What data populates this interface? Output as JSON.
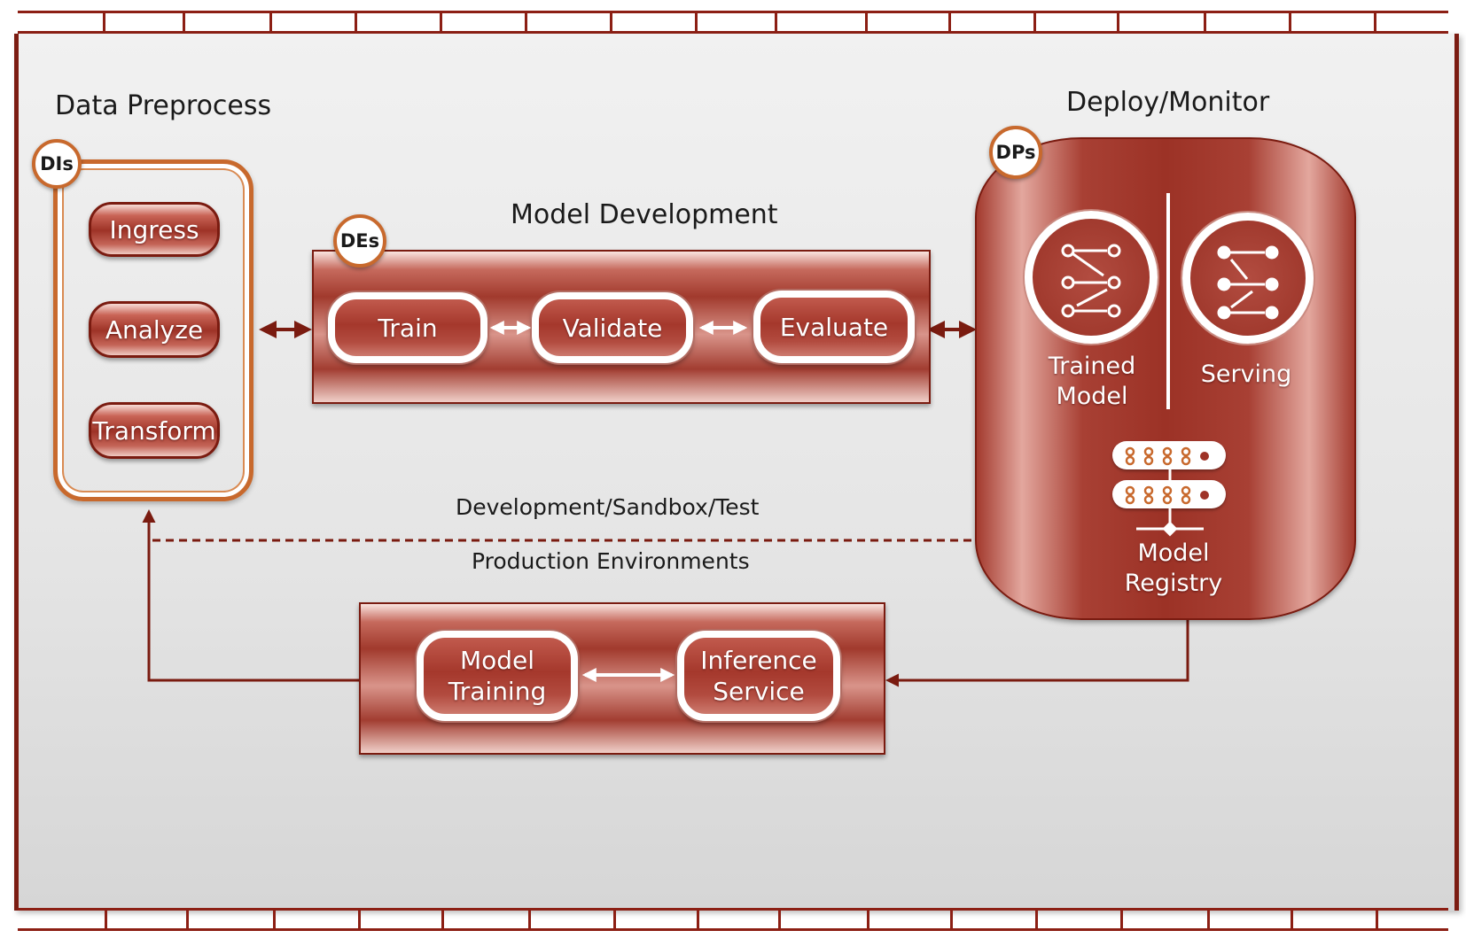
{
  "titles": {
    "data_preprocess": "Data Preprocess",
    "model_development": "Model Development",
    "deploy_monitor": "Deploy/Monitor"
  },
  "badges": {
    "dis": "DIs",
    "des": "DEs",
    "dps": "DPs"
  },
  "preprocess_steps": [
    "Ingress",
    "Analyze",
    "Transform"
  ],
  "development_steps": [
    "Train",
    "Validate",
    "Evaluate"
  ],
  "deploy": {
    "trained_model": "Trained\nModel",
    "serving": "Serving",
    "model_registry": "Model\nRegistry"
  },
  "environments": {
    "dev": "Development/Sandbox/Test",
    "prod": "Production Environments"
  },
  "production_steps": {
    "model_training": "Model\nTraining",
    "inference_service": "Inference\nService"
  },
  "colors": {
    "maroon": "#9e3327",
    "accent_orange": "#c8692d",
    "frame": "#7b1c12"
  }
}
